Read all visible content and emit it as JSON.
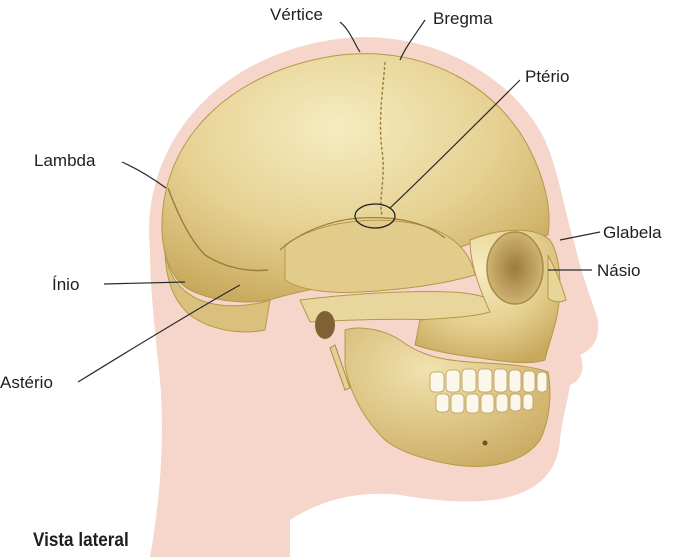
{
  "labels": {
    "vertice": "Vértice",
    "bregma": "Bregma",
    "pterio": "Ptério",
    "lambda": "Lambda",
    "glabela": "Glabela",
    "nasio": "Násio",
    "inio": "Ínio",
    "asterio": "Astério"
  },
  "caption": "Vista lateral",
  "colors": {
    "skin": "#f6d6cb",
    "bone": "#e8d59a",
    "bone_dark": "#c9ad62",
    "leader_line": "#2a2a2a"
  }
}
